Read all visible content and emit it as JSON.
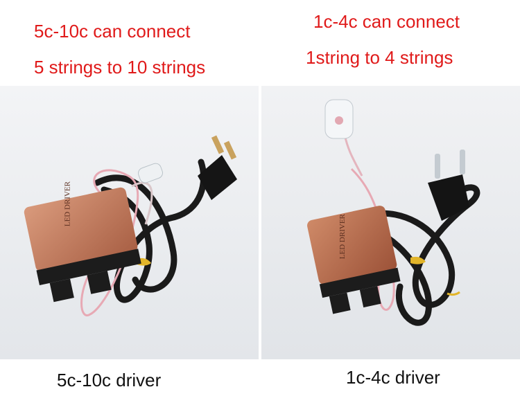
{
  "left": {
    "heading_line1": "5c-10c can connect",
    "heading_line2": "5 strings to 10 strings",
    "box_label": "LED DRIVER",
    "footer": "5c-10c driver"
  },
  "right": {
    "heading_line1": "1c-4c can connect",
    "heading_line2": "1string to 4 strings",
    "box_label": "LED DRIVER",
    "footer": "1c-4c driver"
  },
  "colors": {
    "heading": "#e01a1a",
    "footer": "#111111",
    "box": "#c27a5c",
    "cable": "#1a1a1a",
    "backdrop": "#e9ebee"
  }
}
